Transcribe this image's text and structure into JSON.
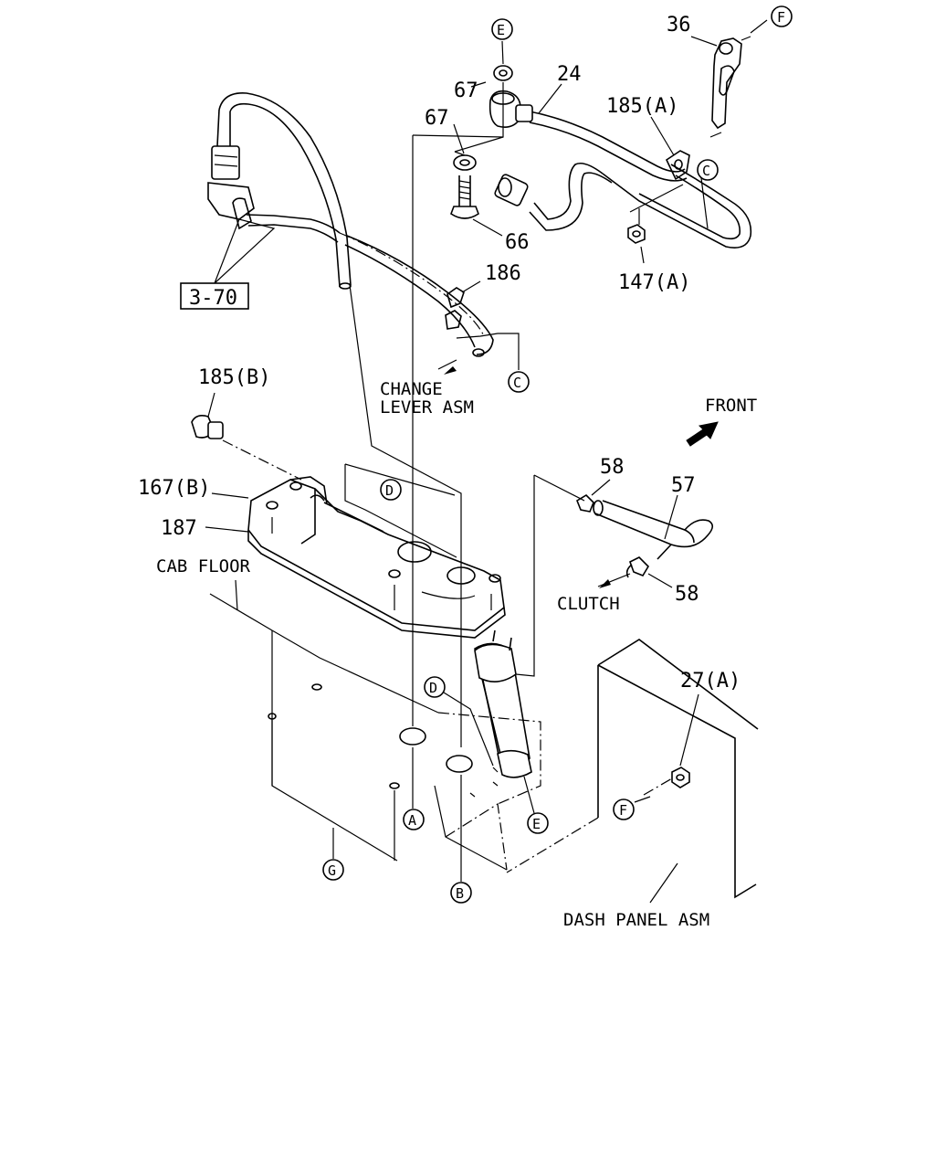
{
  "parts": {
    "p36": "36",
    "p24": "24",
    "p67a": "67",
    "p67b": "67",
    "p185a": "185(A)",
    "p66": "66",
    "p147a": "147(A)",
    "p186": "186",
    "p3_70": "3-70",
    "p185b": "185(B)",
    "p167b": "167(B)",
    "p187": "187",
    "p58a": "58",
    "p57": "57",
    "p58b": "58",
    "p27a": "27(A)"
  },
  "labels": {
    "change_lever_1": "CHANGE",
    "change_lever_2": "LEVER ASM",
    "front": "FRONT",
    "cab_floor": "CAB FLOOR",
    "clutch": "CLUTCH",
    "dash_panel": "DASH PANEL ASM"
  },
  "refs": {
    "E_top": "E",
    "F_top": "F",
    "C_top": "C",
    "C_mid": "C",
    "D_mid": "D",
    "D_low": "D",
    "E_low": "E",
    "F_low": "F",
    "A": "A",
    "B": "B",
    "G": "G"
  }
}
